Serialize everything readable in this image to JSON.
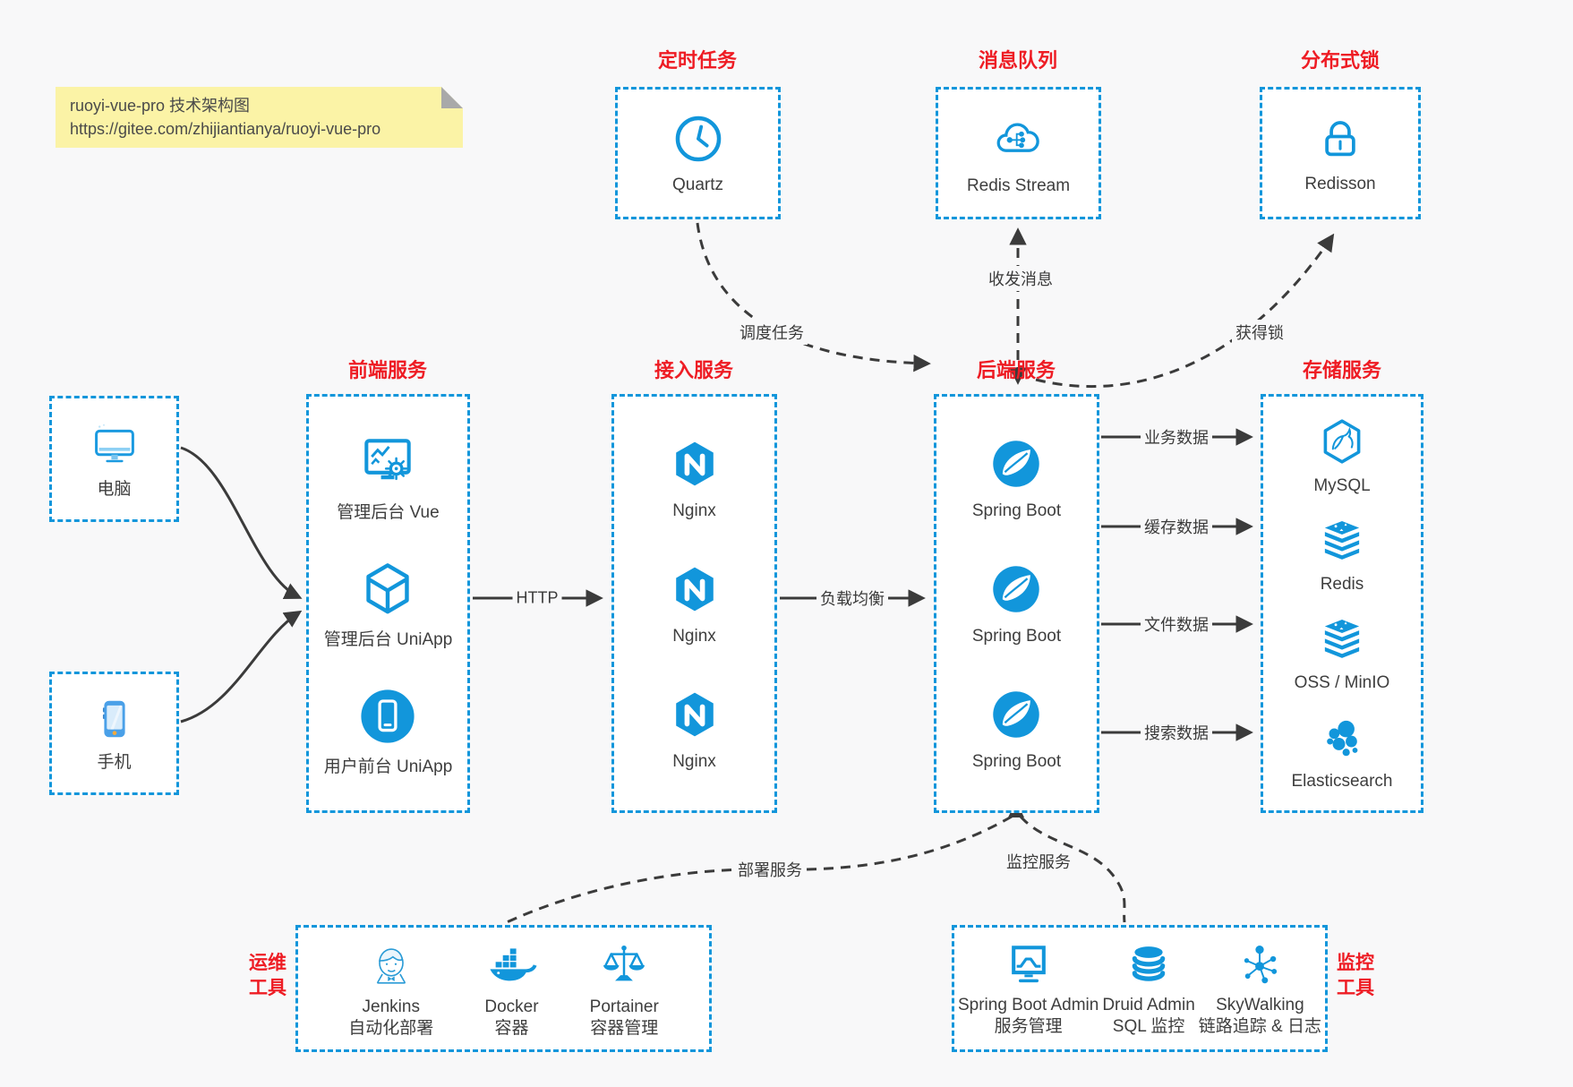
{
  "colors": {
    "accent_blue": "#1296db",
    "title_red": "#ee1c24",
    "arrow_gray": "#3b3b3b",
    "note_bg": "#fbf3a6"
  },
  "note": {
    "line1": "ruoyi-vue-pro 技术架构图",
    "line2": "https://gitee.com/zhijiantianya/ruoyi-vue-pro"
  },
  "top": {
    "scheduler": {
      "title": "定时任务",
      "item": {
        "label": "Quartz",
        "icon": "clock-icon"
      }
    },
    "mq": {
      "title": "消息队列",
      "item": {
        "label": "Redis Stream",
        "icon": "cloud-stream-icon"
      }
    },
    "lock": {
      "title": "分布式锁",
      "item": {
        "label": "Redisson",
        "icon": "lock-icon"
      }
    }
  },
  "clients": {
    "computer": {
      "label": "电脑",
      "icon": "desktop-icon"
    },
    "phone": {
      "label": "手机",
      "icon": "smartphone-icon"
    }
  },
  "columns": {
    "frontend": {
      "title": "前端服务",
      "items": [
        {
          "label": "管理后台 Vue",
          "icon": "admin-vue-icon"
        },
        {
          "label": "管理后台 UniApp",
          "icon": "uniapp-cube-icon"
        },
        {
          "label": "用户前台 UniApp",
          "icon": "mobile-app-icon"
        }
      ]
    },
    "gateway": {
      "title": "接入服务",
      "items": [
        {
          "label": "Nginx",
          "icon": "nginx-icon"
        },
        {
          "label": "Nginx",
          "icon": "nginx-icon"
        },
        {
          "label": "Nginx",
          "icon": "nginx-icon"
        }
      ]
    },
    "backend": {
      "title": "后端服务",
      "items": [
        {
          "label": "Spring Boot",
          "icon": "spring-icon"
        },
        {
          "label": "Spring Boot",
          "icon": "spring-icon"
        },
        {
          "label": "Spring Boot",
          "icon": "spring-icon"
        }
      ]
    },
    "storage": {
      "title": "存储服务",
      "items": [
        {
          "label": "MySQL",
          "icon": "mysql-icon"
        },
        {
          "label": "Redis",
          "icon": "redis-stack-icon"
        },
        {
          "label": "OSS / MinIO",
          "icon": "oss-stack-icon"
        },
        {
          "label": "Elasticsearch",
          "icon": "elasticsearch-icon"
        }
      ]
    }
  },
  "bottom": {
    "ops": {
      "title": "运维\n工具",
      "items": [
        {
          "name": "Jenkins",
          "desc": "自动化部署",
          "icon": "jenkins-icon"
        },
        {
          "name": "Docker",
          "desc": "容器",
          "icon": "docker-icon"
        },
        {
          "name": "Portainer",
          "desc": "容器管理",
          "icon": "portainer-icon"
        }
      ]
    },
    "monitoring": {
      "title": "监控\n工具",
      "items": [
        {
          "name": "Spring Boot Admin",
          "desc": "服务管理",
          "icon": "spring-boot-admin-icon"
        },
        {
          "name": "Druid Admin",
          "desc": "SQL 监控",
          "icon": "druid-icon"
        },
        {
          "name": "SkyWalking",
          "desc": "链路追踪 & 日志",
          "icon": "skywalking-icon"
        }
      ]
    }
  },
  "edges": {
    "http": "HTTP",
    "load_balance": "负载均衡",
    "business_data": "业务数据",
    "cache_data": "缓存数据",
    "file_data": "文件数据",
    "search_data": "搜索数据",
    "schedule_task": "调度任务",
    "send_receive_message": "收发消息",
    "acquire_lock": "获得锁",
    "deploy_service": "部署服务",
    "monitor_service": "监控服务"
  }
}
